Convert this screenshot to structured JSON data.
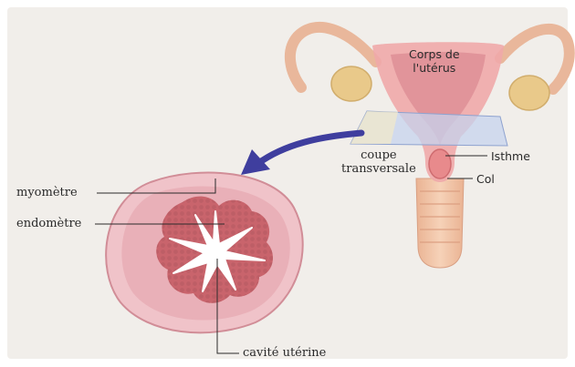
{
  "diagram": {
    "labels": {
      "corps": "Corps de\nl'utérus",
      "isthme": "Isthme",
      "col": "Col",
      "coupe": "coupe\ntransversale",
      "myometre": "myomètre",
      "endometre": "endomètre",
      "cavite": "cavité utérine"
    },
    "colors": {
      "paper": "#f1eeea",
      "tube": "#e9b79b",
      "uterus_wall": "#f0a9aa",
      "uterus_inner": "#de8f96",
      "ovary": "#e9c98a",
      "section_plane": "#c6d3ee",
      "arrow": "#3f3e9e",
      "cross_outer": "#f0c3c9",
      "cross_inner": "#e7a5ae",
      "endometrium": "#c9646c",
      "cavity": "#ffffff",
      "vagina": "#f0c4a6"
    }
  }
}
